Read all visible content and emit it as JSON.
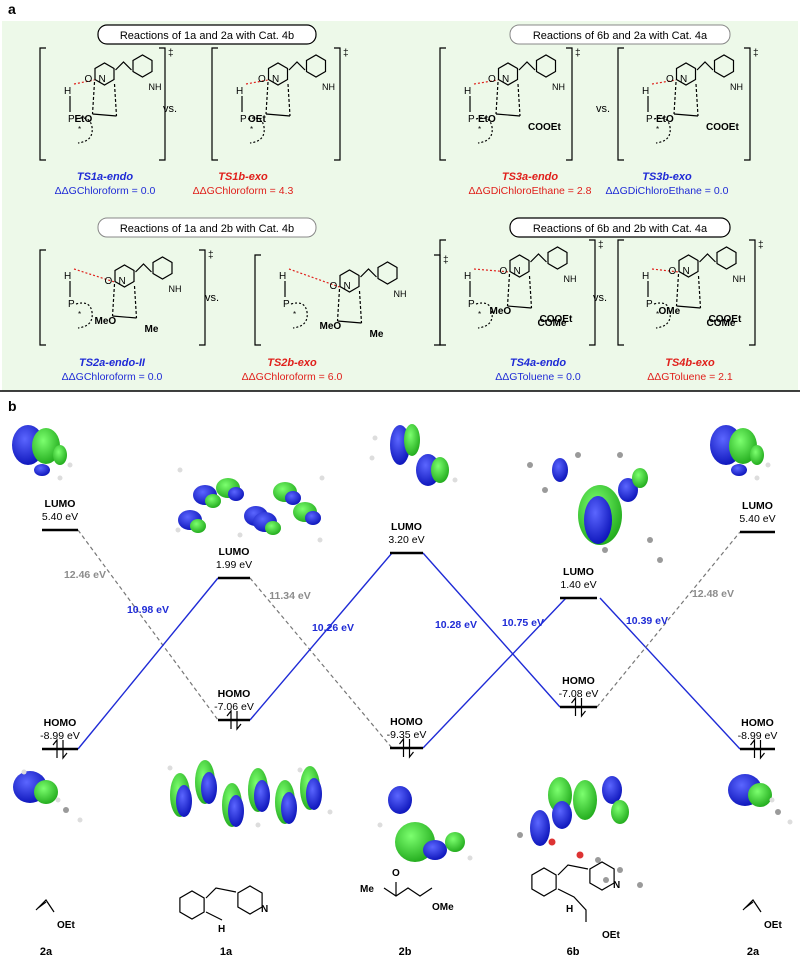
{
  "panel_a": {
    "letter": "a",
    "headers": {
      "r1": "Reactions of 1a and 2a with Cat. 4b",
      "r2": "Reactions of 6b and 2a with Cat. 4a",
      "r3": "Reactions of 1a and 2b with Cat. 4b",
      "r4": "Reactions of 6b and 2b with Cat. 4a"
    },
    "vs": "vs.",
    "dagger": "‡",
    "ts": [
      {
        "name": "TS1a-endo",
        "dg": "ΔΔGChloroform = 0.0",
        "color": "#1f2bd6"
      },
      {
        "name": "TS1b-exo",
        "dg": "ΔΔGChloroform = 4.3",
        "color": "#e0201b"
      },
      {
        "name": "TS3a-endo",
        "dg": "ΔΔGDiChloroEthane = 2.8",
        "color": "#e0201b"
      },
      {
        "name": "TS3b-exo",
        "dg": "ΔΔGDiChloroEthane = 0.0",
        "color": "#1f2bd6"
      },
      {
        "name": "TS2a-endo-II",
        "dg": "ΔΔGChloroform = 0.0",
        "color": "#1f2bd6"
      },
      {
        "name": "TS2b-exo",
        "dg": "ΔΔGChloroform = 6.0",
        "color": "#e0201b"
      },
      {
        "name": "TS4a-endo",
        "dg": "ΔΔGToluene = 0.0",
        "color": "#1f2bd6"
      },
      {
        "name": "TS4b-exo",
        "dg": "ΔΔGToluene = 2.1",
        "color": "#e0201b"
      }
    ],
    "struct_labels": [
      "EtO",
      "OEt",
      "COOEt",
      "MeO",
      "Me",
      "COMe",
      "COOEt",
      "OMe",
      "P",
      "O",
      "H",
      "N",
      "NH",
      "*"
    ]
  },
  "panel_b": {
    "letter": "b",
    "levels": [
      {
        "label": "LUMO",
        "value": "5.40 eV"
      },
      {
        "label": "HOMO",
        "value": "-8.99 eV"
      },
      {
        "label": "LUMO",
        "value": "1.99 eV"
      },
      {
        "label": "HOMO",
        "value": "-7.06 eV"
      },
      {
        "label": "LUMO",
        "value": "3.20 eV"
      },
      {
        "label": "HOMO",
        "value": "-9.35 eV"
      },
      {
        "label": "LUMO",
        "value": "1.40 eV"
      },
      {
        "label": "HOMO",
        "value": "-7.08 eV"
      },
      {
        "label": "LUMO",
        "value": "5.40 eV"
      },
      {
        "label": "HOMO",
        "value": "-8.99 eV"
      }
    ],
    "gaps": [
      "12.46 eV",
      "10.98 eV",
      "11.34 eV",
      "10.26 eV",
      "10.28 eV",
      "10.75 eV",
      "10.39 eV",
      "12.48 eV"
    ],
    "compounds": [
      "2a",
      "1a",
      "2b",
      "6b",
      "2a"
    ],
    "compound_text": [
      "OEt",
      "N",
      "O",
      "H",
      "Me",
      "OMe",
      "OEt"
    ],
    "colors": {
      "blue": "#1f2bd6",
      "red": "#e0201b",
      "gray": "#8c8c8c",
      "panel_bg": "#edf9e9"
    }
  }
}
